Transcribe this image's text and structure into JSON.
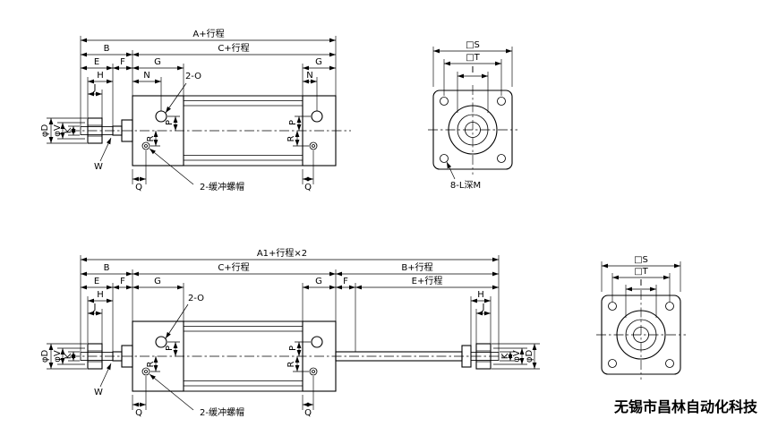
{
  "watermark": "无锡市昌林自动化科技",
  "colors": {
    "line": "#000000",
    "background": "#ffffff"
  },
  "dims": {
    "a_stroke": "A+行程",
    "a1_stroke_x2": "A1+行程×2",
    "b": "B",
    "b_stroke": "B+行程",
    "c_stroke": "C+行程",
    "e": "E",
    "e_stroke": "E+行程",
    "f": "F",
    "g": "G",
    "h": "H",
    "i": "I",
    "j": "J",
    "k": "K",
    "n": "N",
    "p": "P",
    "q": "Q",
    "r": "R",
    "s_square": "□S",
    "t_square": "□T",
    "w": "W",
    "phi_d": "φD",
    "phi_v": "φV",
    "ports": "2-O",
    "cushion_nuts": "2-缓冲螺帽",
    "mount_holes": "8-L深M"
  }
}
